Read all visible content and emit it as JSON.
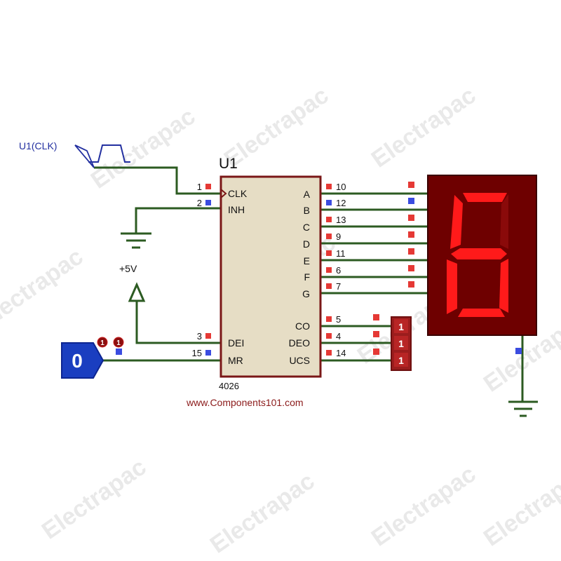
{
  "watermark": {
    "text": "Electrapac"
  },
  "clock_source": {
    "label": "U1(CLK)"
  },
  "ic": {
    "ref": "U1",
    "part": "4026",
    "left_pins": [
      {
        "num": "1",
        "name": "CLK"
      },
      {
        "num": "2",
        "name": "INH"
      },
      {
        "num": "3",
        "name": "DEI"
      },
      {
        "num": "15",
        "name": "MR"
      }
    ],
    "right_pins": [
      {
        "num": "10",
        "name": "A"
      },
      {
        "num": "12",
        "name": "B"
      },
      {
        "num": "13",
        "name": "C"
      },
      {
        "num": "9",
        "name": "D"
      },
      {
        "num": "11",
        "name": "E"
      },
      {
        "num": "6",
        "name": "F"
      },
      {
        "num": "7",
        "name": "G"
      },
      {
        "num": "5",
        "name": "CO"
      },
      {
        "num": "4",
        "name": "DEO"
      },
      {
        "num": "14",
        "name": "UCS"
      }
    ]
  },
  "power": {
    "label": "+5V"
  },
  "logic_state": {
    "value": "0"
  },
  "probes": [
    "1",
    "1",
    "1"
  ],
  "display": {
    "digit": "6",
    "lit_segments": [
      "a",
      "c",
      "d",
      "e",
      "f",
      "g"
    ],
    "on_color": "#ff1a1a",
    "off_color": "#8a0a0a",
    "body_color": "#6e0000"
  },
  "credit": {
    "text": "www.Components101.com"
  },
  "colors": {
    "wire": "#2c5b22",
    "outline": "#7a1717",
    "ic_fill": "#e6ddc5",
    "pin_red": "#e53935",
    "pin_blue": "#3b4ce0",
    "label_blue": "#2330a0"
  }
}
